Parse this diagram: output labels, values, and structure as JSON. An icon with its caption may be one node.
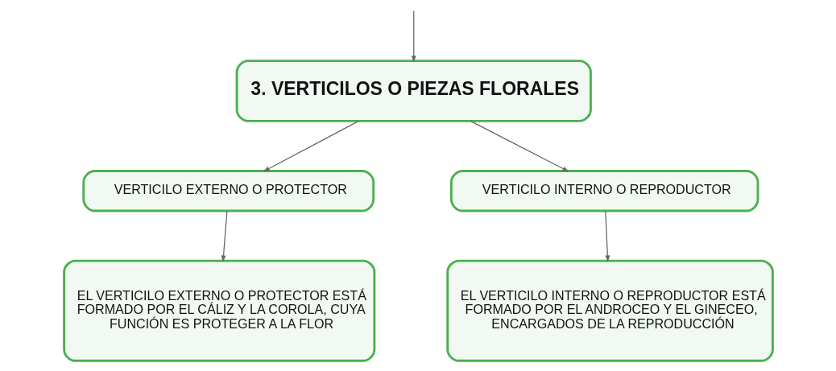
{
  "diagram": {
    "nodes": [
      {
        "text": [
          "3. VERTICILOS O PIEZAS FLORALES"
        ]
      },
      {
        "text": [
          "VERTICILO EXTERNO O PROTECTOR"
        ]
      },
      {
        "text": [
          "VERTICILO INTERNO O REPRODUCTOR"
        ]
      },
      {
        "text": [
          "EL VERTICILO EXTERNO O PROTECTOR ESTÁ FORMADO POR EL CÁLIZ Y LA COROLA, CUYA FUNCIÓN ES PROTEGER A LA FLOR"
        ]
      },
      {
        "text": [
          "EL VERTICILO INTERNO O REPRODUCTOR ESTÁ FORMADO POR EL ANDROCEO Y EL GINECEO, ENCARGADOS DE LA REPRODUCCIÓN"
        ]
      }
    ],
    "edges": [
      {
        "from": null,
        "to": 0,
        "arrow": "to"
      },
      {
        "from": 0,
        "to": 1,
        "arrow": "to"
      },
      {
        "from": 0,
        "to": 2,
        "arrow": "to"
      },
      {
        "from": 1,
        "to": 3,
        "arrow": "to"
      },
      {
        "from": 2,
        "to": 4,
        "arrow": "to"
      }
    ]
  }
}
